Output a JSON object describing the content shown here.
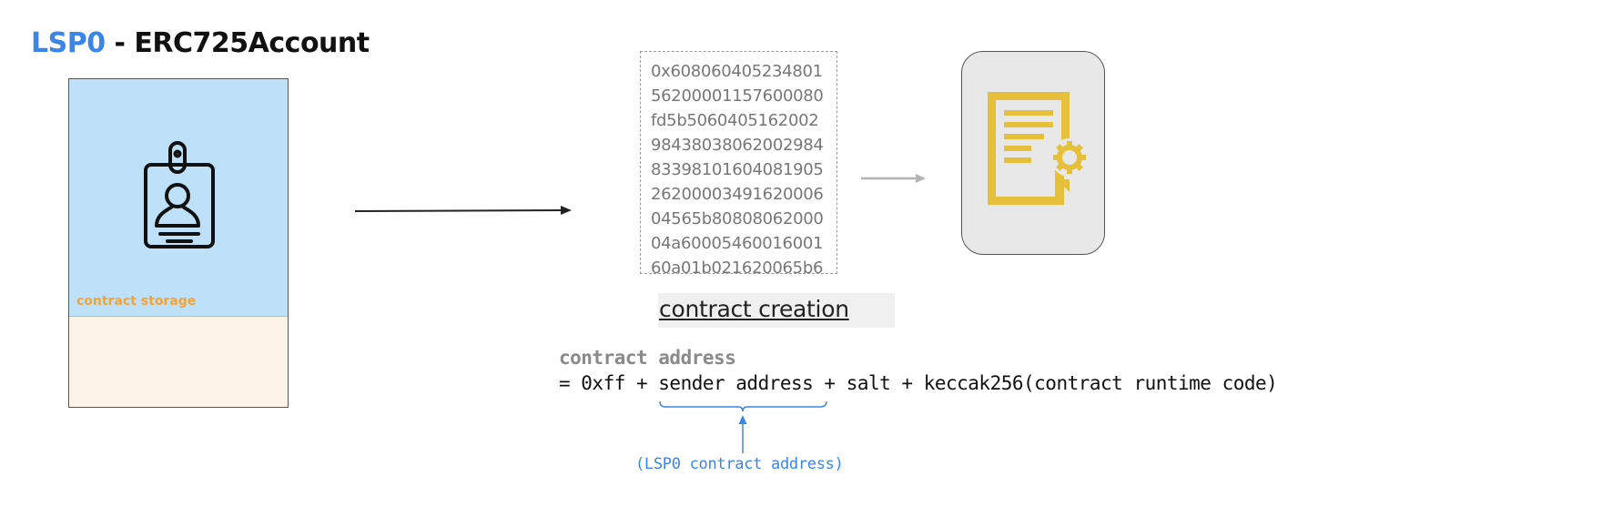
{
  "title": {
    "prefix": "LSP0",
    "rest": " - ERC725Account"
  },
  "account": {
    "storage_label": "contract storage",
    "icon": "id-badge-icon"
  },
  "bytecode": {
    "lines": [
      "0x608060405234801",
      "56200001157600080",
      "fd5b5060405162002",
      "98438038062002984",
      "83398101604081905",
      "26200003491620006",
      "04565b80808062000",
      "04a60005460016001",
      "60a01b021620065b6"
    ]
  },
  "certificate": {
    "icon": "certificate-icon",
    "color": "#e6c03a"
  },
  "creation_label": "contract creation",
  "formula": {
    "heading": "contract address",
    "expression": "= 0xff + sender address + salt + keccak256(contract runtime code)",
    "annotation": "(LSP0 contract address)"
  },
  "colors": {
    "accent_blue": "#3a86e8",
    "storage_orange": "#f2a43a",
    "account_blue": "#bfe0f9"
  }
}
